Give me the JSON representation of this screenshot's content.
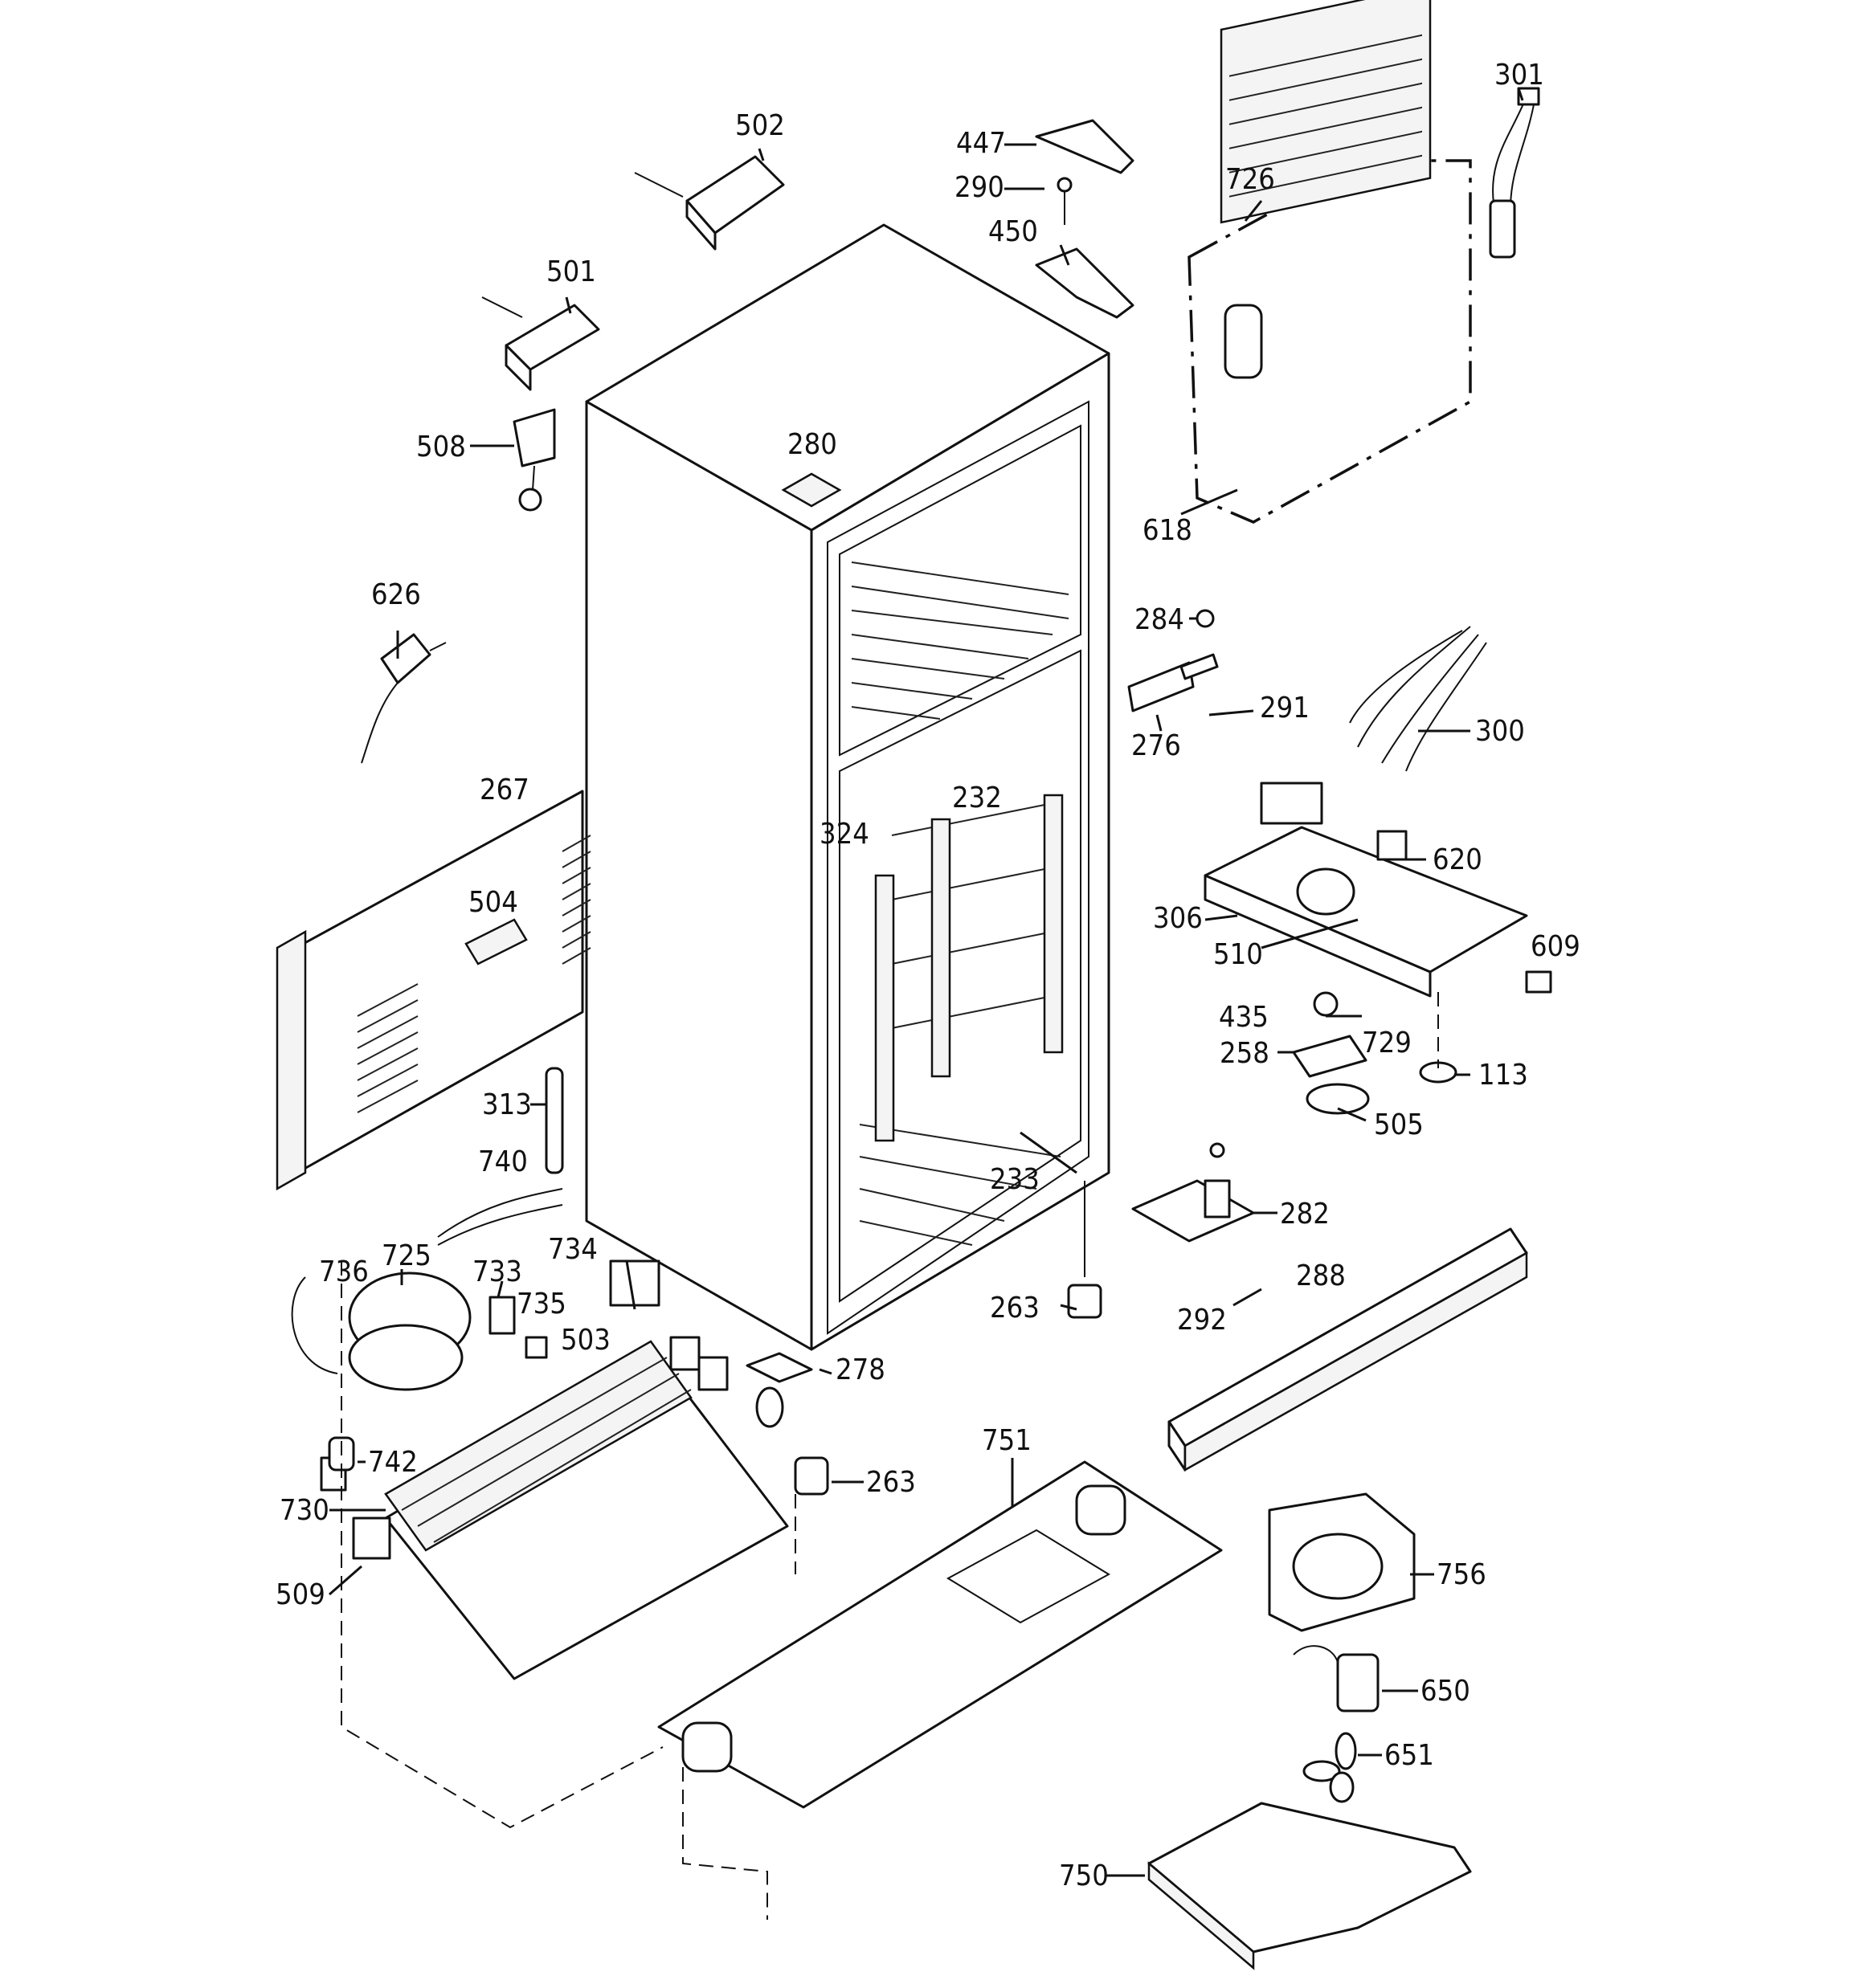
{
  "diagram": {
    "callouts": [
      {
        "id": "c301",
        "text": "301"
      },
      {
        "id": "c502",
        "text": "502"
      },
      {
        "id": "c447",
        "text": "447"
      },
      {
        "id": "c290",
        "text": "290"
      },
      {
        "id": "c726",
        "text": "726"
      },
      {
        "id": "c450",
        "text": "450"
      },
      {
        "id": "c501",
        "text": "501"
      },
      {
        "id": "c280",
        "text": "280"
      },
      {
        "id": "c508",
        "text": "508"
      },
      {
        "id": "c618",
        "text": "618"
      },
      {
        "id": "c626",
        "text": "626"
      },
      {
        "id": "c284",
        "text": "284"
      },
      {
        "id": "c291",
        "text": "291"
      },
      {
        "id": "c276",
        "text": "276"
      },
      {
        "id": "c300",
        "text": "300"
      },
      {
        "id": "c267",
        "text": "267"
      },
      {
        "id": "c232",
        "text": "232"
      },
      {
        "id": "c324",
        "text": "324"
      },
      {
        "id": "c620",
        "text": "620"
      },
      {
        "id": "c504",
        "text": "504"
      },
      {
        "id": "c306",
        "text": "306"
      },
      {
        "id": "c510",
        "text": "510"
      },
      {
        "id": "c609",
        "text": "609"
      },
      {
        "id": "c435",
        "text": "435"
      },
      {
        "id": "c729",
        "text": "729"
      },
      {
        "id": "c258",
        "text": "258"
      },
      {
        "id": "c113",
        "text": "113"
      },
      {
        "id": "c313",
        "text": "313"
      },
      {
        "id": "c505",
        "text": "505"
      },
      {
        "id": "c740",
        "text": "740"
      },
      {
        "id": "c233",
        "text": "233"
      },
      {
        "id": "c282",
        "text": "282"
      },
      {
        "id": "c734",
        "text": "734"
      },
      {
        "id": "c736",
        "text": "736"
      },
      {
        "id": "c725",
        "text": "725"
      },
      {
        "id": "c733",
        "text": "733"
      },
      {
        "id": "c288",
        "text": "288"
      },
      {
        "id": "c735",
        "text": "735"
      },
      {
        "id": "c263a",
        "text": "263"
      },
      {
        "id": "c292",
        "text": "292"
      },
      {
        "id": "c503",
        "text": "503"
      },
      {
        "id": "c278",
        "text": "278"
      },
      {
        "id": "c751",
        "text": "751"
      },
      {
        "id": "c742",
        "text": "742"
      },
      {
        "id": "c263b",
        "text": "263"
      },
      {
        "id": "c730",
        "text": "730"
      },
      {
        "id": "c756",
        "text": "756"
      },
      {
        "id": "c509",
        "text": "509"
      },
      {
        "id": "c650",
        "text": "650"
      },
      {
        "id": "c651",
        "text": "651"
      },
      {
        "id": "c750",
        "text": "750"
      }
    ]
  }
}
